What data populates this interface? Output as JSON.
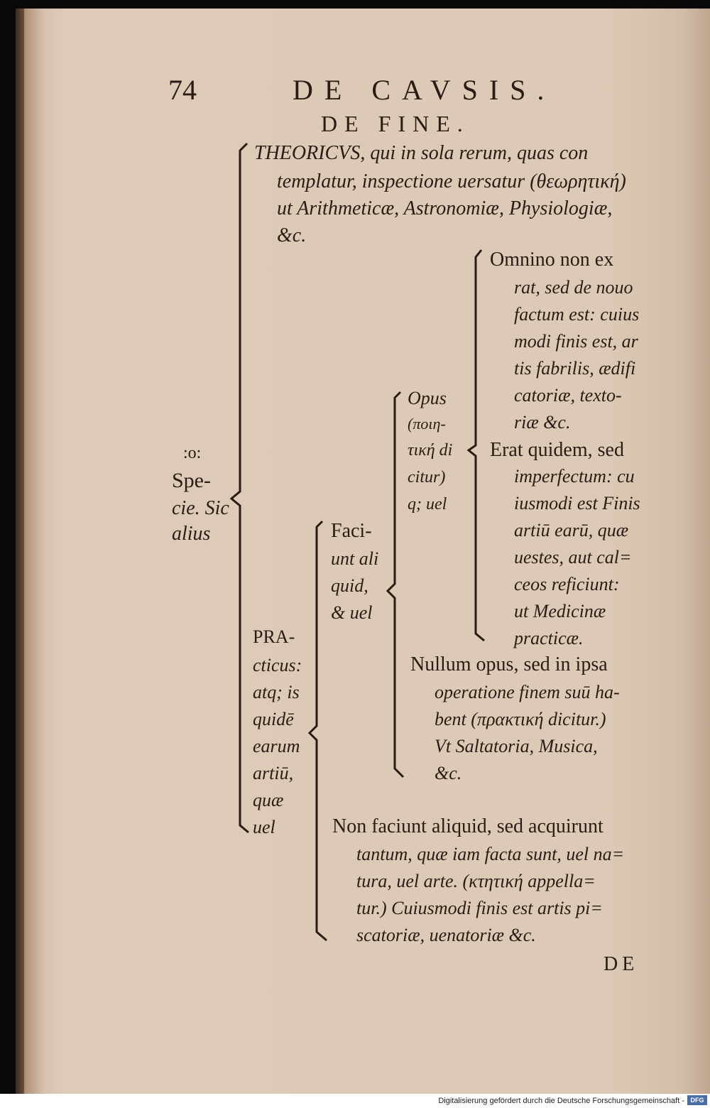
{
  "header": {
    "page_number": "74",
    "running_title": "DE CAVSIS.",
    "section_title": "DE FINE."
  },
  "left_label": {
    "line1": ":o:",
    "line2": "Spe-",
    "line3": "cie. Sic",
    "line4": "alius"
  },
  "theoricus": {
    "lines": [
      "THEORICVS, qui in sola rerum, quas con",
      "templatur, inspectione uersatur (θεωρητική)",
      "ut Arithmeticæ, Astronomiæ, Physiologiæ,",
      "&c."
    ]
  },
  "practicus": {
    "lines": [
      "PRA-",
      "cticus:",
      "atq; is",
      "quidē",
      "earum",
      "artiū,",
      "quæ",
      "uel"
    ]
  },
  "faciunt": {
    "lines": [
      "Faci-",
      "unt ali",
      "quid,",
      "& uel"
    ]
  },
  "opus": {
    "lines": [
      "Opus",
      "(ποιη-",
      "τική di",
      "citur)",
      "q; uel"
    ]
  },
  "omnino": {
    "lines": [
      "Omnino non ex",
      "rat, sed de nouo",
      "factum est: cuius",
      "modi finis est, ar",
      "tis fabrilis, ædifi",
      "catoriæ, texto-",
      "riæ &c."
    ]
  },
  "erat": {
    "lines": [
      "Erat quidem, sed",
      "imperfectum: cu",
      "iusmodi est Finis",
      "artiū earū, quæ",
      "uestes, aut cal=",
      "ceos reficiunt:",
      "ut  Medicinæ",
      "practicæ."
    ]
  },
  "nullum": {
    "lines": [
      "Nullum opus, sed in ipsa",
      "operatione finem suū ha-",
      "bent (πρακτική dicitur.)",
      "Vt Saltatoria, Musica,",
      "&c."
    ]
  },
  "non_faciunt": {
    "lines": [
      "Non faciunt aliquid, sed acquirunt",
      "tantum, quæ iam facta sunt, uel na=",
      "tura, uel arte. (κτητική appella=",
      "tur.) Cuiusmodi finis est artis pi=",
      "scatoriæ, uenatoriæ &c."
    ]
  },
  "catchword": "DE",
  "footer": {
    "credit": "Digitalisierung gefördert durch die Deutsche Forschungsgemeinschaft -",
    "logo": "DFG"
  }
}
